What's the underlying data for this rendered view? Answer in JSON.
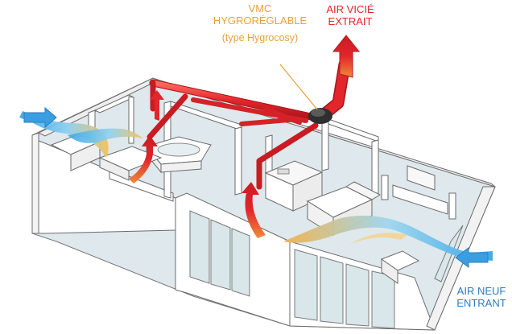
{
  "labels": {
    "vmc_line1": "VMC",
    "vmc_line2": "HYGRORÉGLABLE",
    "vmc_line3": "(type Hygrocosy)",
    "exhaust_line1": "AIR VICIÉ",
    "exhaust_line2": "EXTRAIT",
    "intake_line1": "AIR NEUF",
    "intake_line2": "ENTRANT"
  },
  "colors": {
    "vmc_label": "#e8a13a",
    "exhaust": "#e2262b",
    "intake": "#2e7bbf",
    "duct": "#e2262b",
    "floor": "#d6e3e8",
    "walls": "#ffffff",
    "outline": "#6b6b6b"
  }
}
